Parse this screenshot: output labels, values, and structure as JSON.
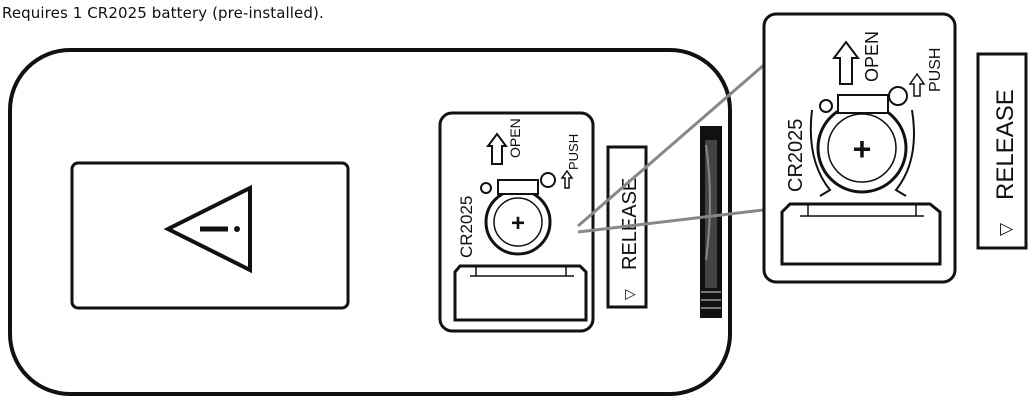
{
  "caption": "Requires 1 CR2025 battery (pre-installed).",
  "small_panel": {
    "battery_label": "CR2025",
    "open_label": "OPEN",
    "push_label": "PUSH",
    "plus": "+",
    "release_label": "RELEASE",
    "release_arrow": "▽"
  },
  "large_panel": {
    "battery_label": "CR2025",
    "open_label": "OPEN",
    "push_label": "PUSH",
    "plus": "+",
    "release_label": "RELEASE",
    "release_arrow": "▽"
  },
  "warning_symbol": "!"
}
